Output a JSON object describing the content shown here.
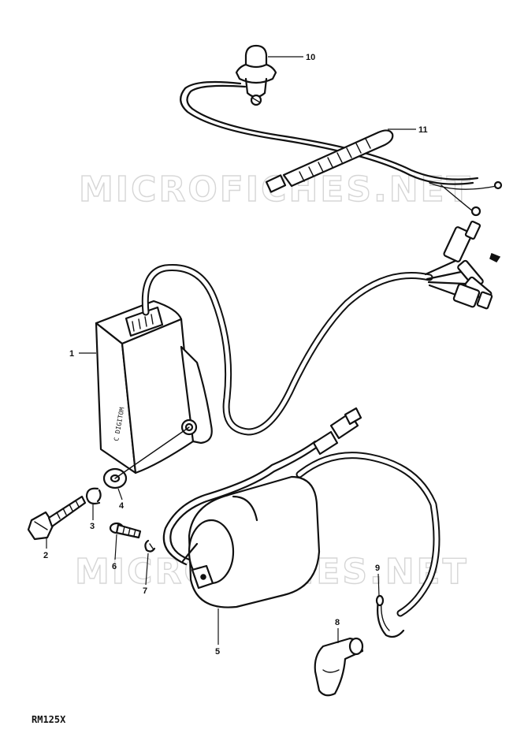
{
  "watermarks": [
    "MICROFICHES.NET",
    "MICROFICHES.NET"
  ],
  "model_code": "RM125X",
  "unit_label": "C DIGITOM",
  "callouts": [
    {
      "id": "1",
      "label": "1"
    },
    {
      "id": "2",
      "label": "2"
    },
    {
      "id": "3",
      "label": "3"
    },
    {
      "id": "4",
      "label": "4"
    },
    {
      "id": "5",
      "label": "5"
    },
    {
      "id": "6",
      "label": "6"
    },
    {
      "id": "7",
      "label": "7"
    },
    {
      "id": "8",
      "label": "8"
    },
    {
      "id": "9",
      "label": "9"
    },
    {
      "id": "10",
      "label": "10"
    },
    {
      "id": "11",
      "label": "11"
    }
  ]
}
